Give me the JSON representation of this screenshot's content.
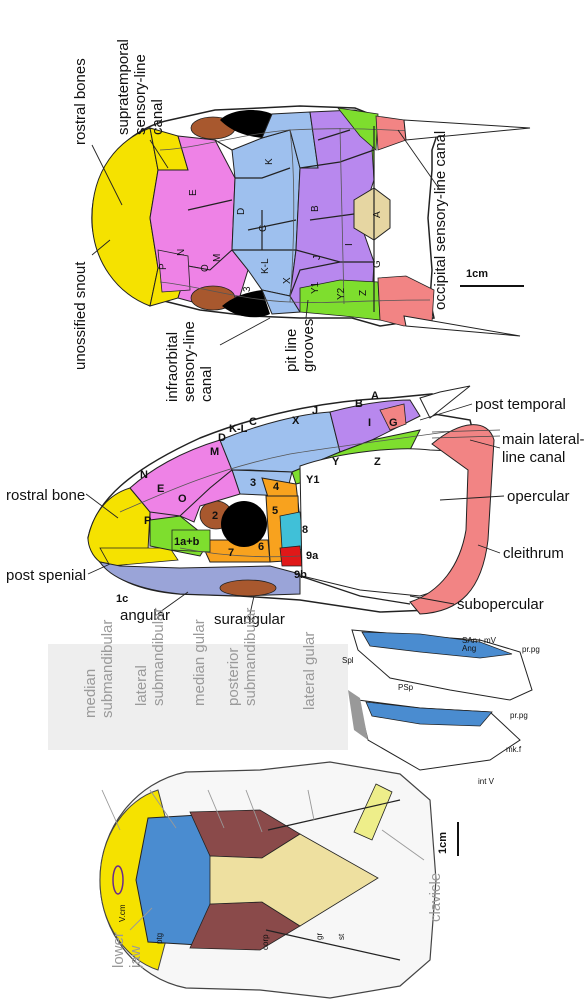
{
  "top_panel": {
    "labels": {
      "rostral_bones": "rostral bones",
      "supratemporal_1": "supratemporal",
      "supratemporal_2": "sensory-line",
      "supratemporal_3": "canal",
      "unossified_snout": "unossified snout",
      "infraorbital_1": "infraorbital",
      "infraorbital_2": "sensory-line",
      "infraorbital_3": "canal",
      "pit_line_1": "pit line",
      "pit_line_2": "grooves",
      "occipital": "occipital sensory-line canal",
      "scale": "1cm"
    },
    "bone_letters": {
      "E": "E",
      "D": "D",
      "C": "C",
      "K": "K",
      "B": "B",
      "A": "A",
      "N": "N",
      "P": "P",
      "M": "M",
      "O": "O",
      "J": "J",
      "I": "I",
      "G": "G",
      "KL": "K-L",
      "three": "3",
      "X": "X",
      "Y1": "Y1",
      "Y2": "Y2",
      "Z": "Z"
    }
  },
  "middle_panel": {
    "labels": {
      "rostral_bone": "rostral bone",
      "post_spenial": "post spenial",
      "angular": "angular",
      "surangular": "surangular",
      "post_temporal": "post temporal",
      "main_lateral_1": "main lateral-",
      "main_lateral_2": "line canal",
      "opercular": "opercular",
      "cleithrum": "cleithrum",
      "subopercular": "subopercular"
    },
    "bone_letters": {
      "A": "A",
      "B": "B",
      "J": "J",
      "X": "X",
      "C": "C",
      "KL": "K-L",
      "D": "D",
      "M": "M",
      "N": "N",
      "E": "E",
      "G": "G",
      "I": "I",
      "Y": "Y",
      "Z": "Z",
      "Y1": "Y1",
      "three": "3",
      "four": "4",
      "five": "5",
      "O": "O",
      "two": "2",
      "P": "P",
      "eight": "8",
      "one_ab": "1a+b",
      "seven": "7",
      "six": "6",
      "nine_a": "9a",
      "nine_b": "9b",
      "one_c": "1c"
    }
  },
  "jaw_panel": {
    "labels": {
      "san_mv": "SAn+ mV",
      "ang": "Ang",
      "pr_pg": "pr.pg",
      "spl": "Spl",
      "psp": "PSp",
      "pr_pg2": "pr.pg",
      "mk_f": "mk.f",
      "int_v": "int V"
    }
  },
  "bottom_panel": {
    "labels": {
      "median_submandibular_1": "median",
      "median_submandibular_2": "submandibular",
      "lateral_submandibular_1": "lateral",
      "lateral_submandibular_2": "submandibular",
      "median_gular": "median gular",
      "posterior_submandibular_1": "posterior",
      "posterior_submandibular_2": "submandibular",
      "lateral_gular": "lateral gular",
      "clavicle": "clavicle",
      "lower_jaw_1": "lower",
      "lower_jaw_2": "jaw",
      "scale": "1cm",
      "vcm": "V.cm",
      "ptg": "ptg",
      "corp": "corp",
      "gr": "gr",
      "st": "st"
    }
  },
  "colors": {
    "yellow": "#f5e200",
    "pink": "#ee82e6",
    "violet": "#b888ee",
    "blue": "#9ec0ee",
    "green": "#7ede2e",
    "orange": "#f8a21e",
    "brown": "#a8582e",
    "salmon": "#f28484",
    "tan": "#e6d6a2",
    "teal": "#40c0d8",
    "red": "#e01818",
    "gular_blue": "#4a8cd0",
    "gular_maroon": "#8a4a4a",
    "gular_cream": "#eee0a0",
    "clavicle_yellow": "#eeee8a",
    "gray_bg": "#eeeeee"
  }
}
